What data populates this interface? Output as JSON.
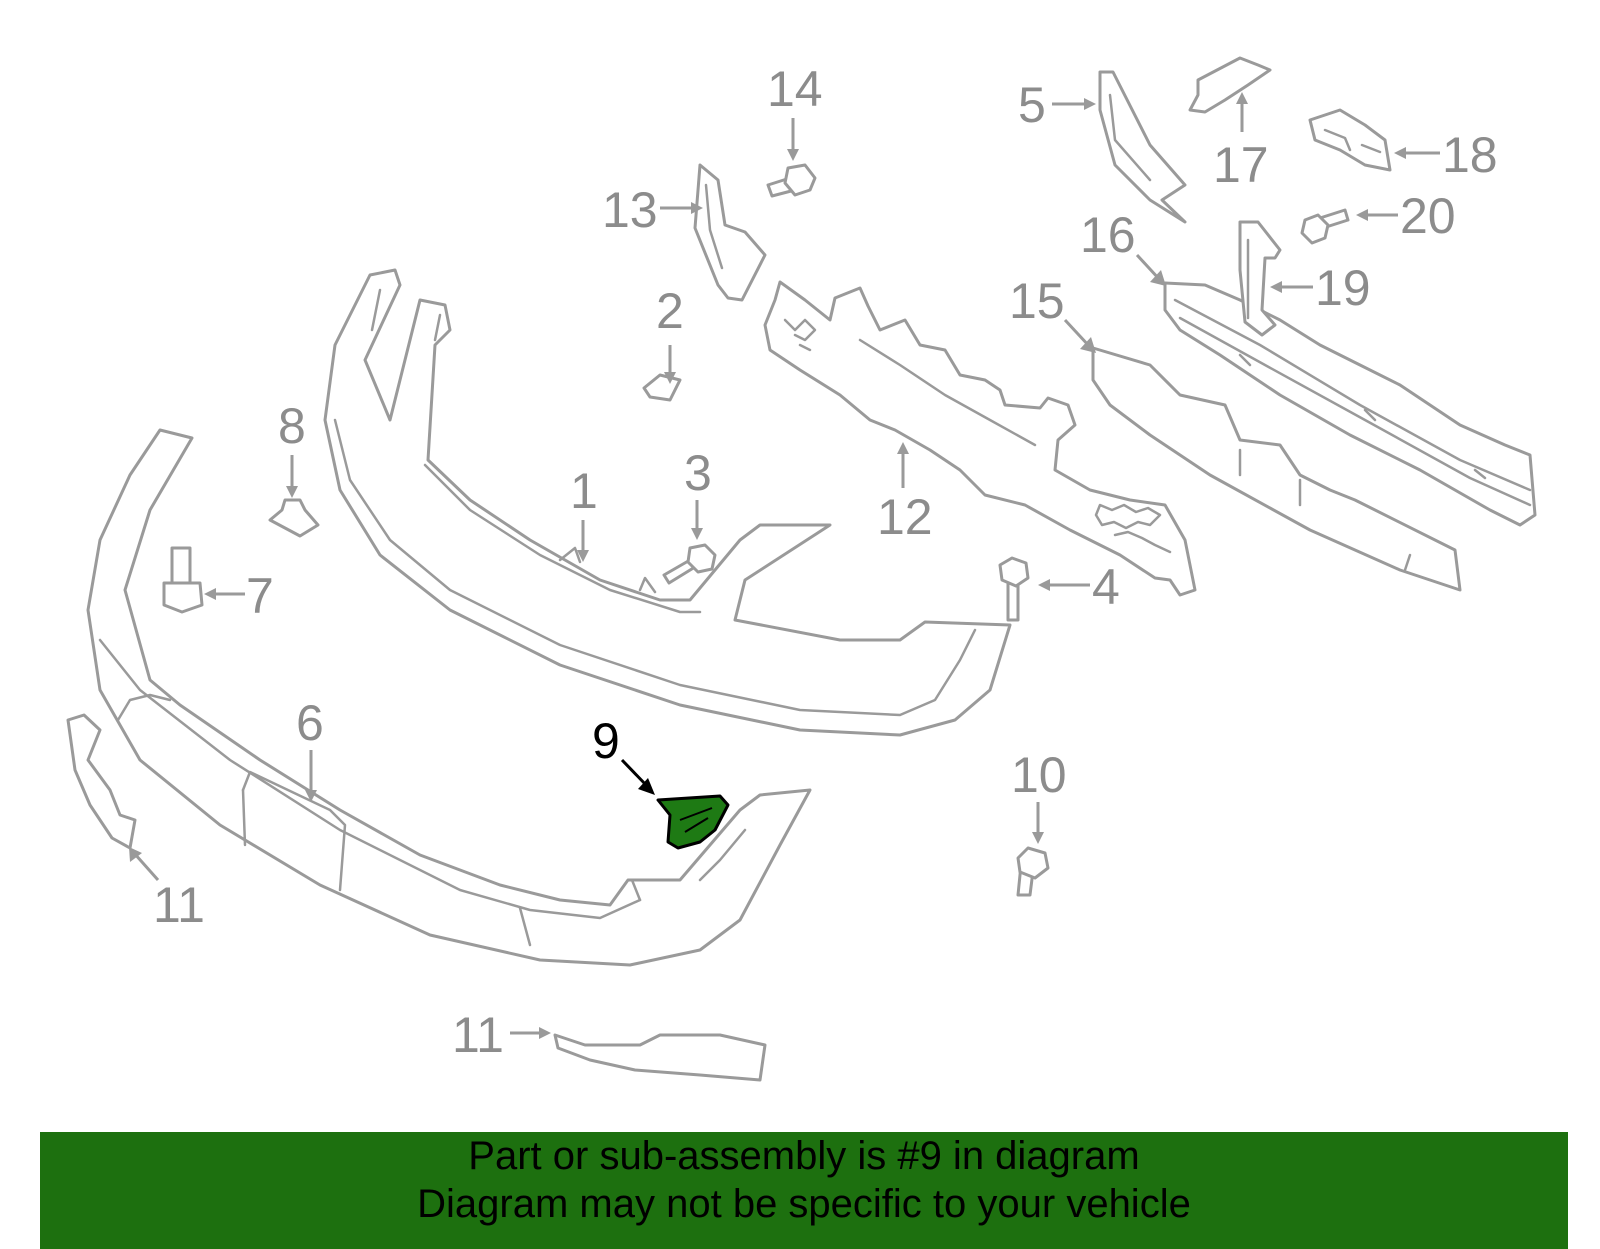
{
  "colors": {
    "background": "#ffffff",
    "line_art": "#9a9a9a",
    "callout_text": "#8c8c8c",
    "highlight_fill": "#1e7a14",
    "highlight_callout": "#000000",
    "banner_bg": "#1d700f",
    "banner_text": "#000000"
  },
  "highlighted_part": "9",
  "callouts": {
    "c1": "1",
    "c2": "2",
    "c3": "3",
    "c4": "4",
    "c5": "5",
    "c6": "6",
    "c7": "7",
    "c8": "8",
    "c9": "9",
    "c10": "10",
    "c11a": "11",
    "c11b": "11",
    "c12": "12",
    "c13": "13",
    "c14": "14",
    "c15": "15",
    "c16": "16",
    "c17": "17",
    "c18": "18",
    "c19": "19",
    "c20": "20"
  },
  "banner": {
    "line1": "Part or sub-assembly is #9 in diagram",
    "line2": "Diagram may not be specific to your vehicle"
  }
}
